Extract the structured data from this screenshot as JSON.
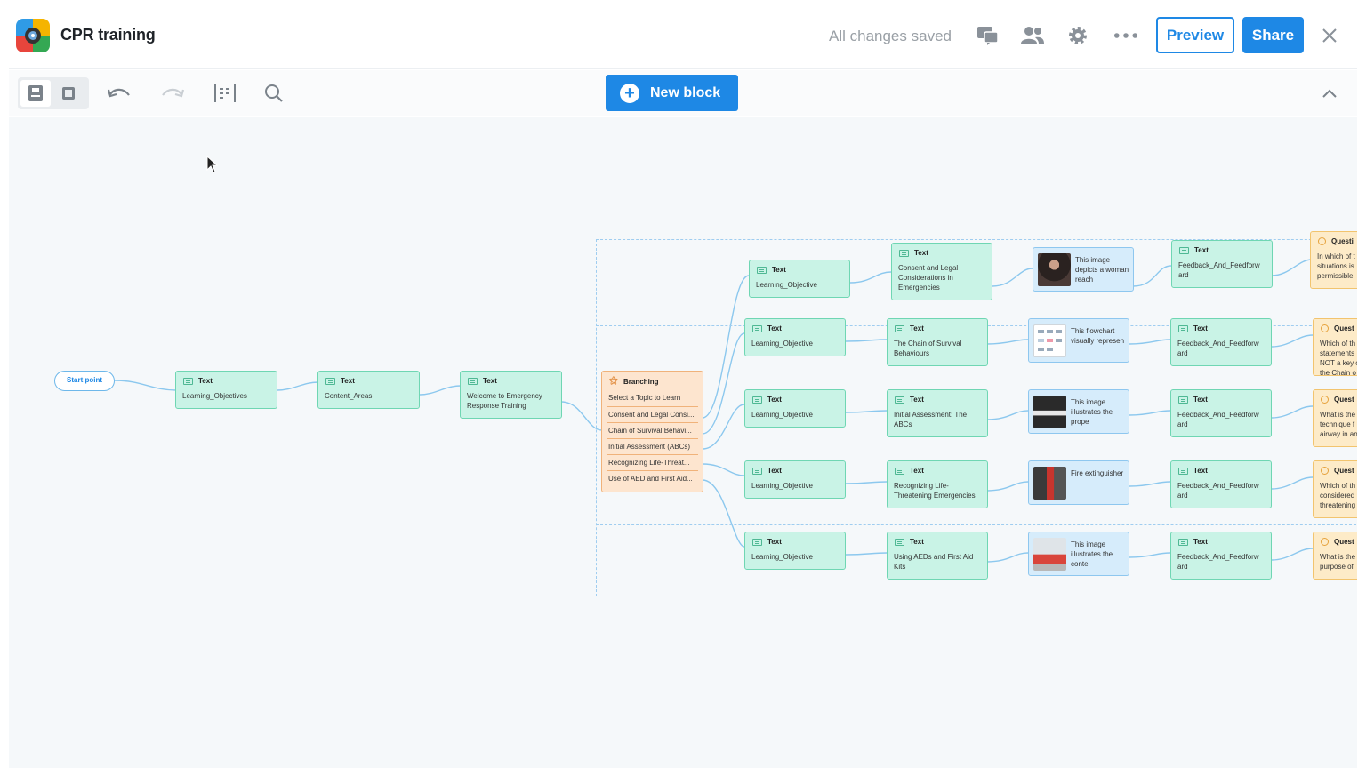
{
  "app": {
    "title": "CPR training",
    "status": "All changes saved"
  },
  "header": {
    "icons": [
      "comments-icon",
      "users-icon",
      "gear-icon",
      "more-icon",
      "close-icon"
    ],
    "preview_label": "Preview",
    "share_label": "Share"
  },
  "toolbar": {
    "new_block_label": "New block",
    "icons": [
      "flow-view-icon",
      "block-view-icon",
      "undo-icon",
      "redo-icon",
      "align-icon",
      "search-icon",
      "chevron-up-icon"
    ]
  },
  "colors": {
    "accent": "#1e88e5",
    "text_node": "#c9f3e6",
    "image_node": "#d6ecfb",
    "question_node": "#fdebc8",
    "branch_node": "#fde5cf"
  },
  "canvas": {
    "start_label": "Start point",
    "nodes": {
      "n1": {
        "type": "Text",
        "body": "Learning_Objectives"
      },
      "n2": {
        "type": "Text",
        "body": "Content_Areas"
      },
      "n3": {
        "type": "Text",
        "body": "Welcome to Emergency Response Training"
      },
      "branch": {
        "type": "Branching",
        "prompt": "Select a Topic to Learn",
        "options": [
          "Consent and Legal Consi...",
          "Chain of Survival Behavi...",
          "Initial Assessment (ABCs)",
          "Recognizing Life-Threat...",
          "Use of AED and First Aid..."
        ]
      },
      "rows": [
        {
          "lo": {
            "type": "Text",
            "body": "Learning_Objective"
          },
          "topic": {
            "type": "Text",
            "body": "Consent and Legal Considerations in Emergencies"
          },
          "image": {
            "body": "This image depicts a woman reach"
          },
          "fb": {
            "type": "Text",
            "body": "Feedback_And_Feedforw ard"
          },
          "q": {
            "type": "Questi",
            "body": "In which of t situations is permissible"
          }
        },
        {
          "lo": {
            "type": "Text",
            "body": "Learning_Objective"
          },
          "topic": {
            "type": "Text",
            "body": "The Chain of Survival Behaviours"
          },
          "image": {
            "body": "This flowchart visually represen"
          },
          "fb": {
            "type": "Text",
            "body": "Feedback_And_Feedforw ard"
          },
          "q": {
            "type": "Quest",
            "body": "Which of th statements NOT a key c the Chain o"
          }
        },
        {
          "lo": {
            "type": "Text",
            "body": "Learning_Objective"
          },
          "topic": {
            "type": "Text",
            "body": "Initial Assessment: The ABCs"
          },
          "image": {
            "body": "This image illustrates the prope"
          },
          "fb": {
            "type": "Text",
            "body": "Feedback_And_Feedforw ard"
          },
          "q": {
            "type": "Quest",
            "body": "What is the technique f airway in an"
          }
        },
        {
          "lo": {
            "type": "Text",
            "body": "Learning_Objective"
          },
          "topic": {
            "type": "Text",
            "body": "Recognizing Life-Threatening Emergencies"
          },
          "image": {
            "body": "Fire extinguisher"
          },
          "fb": {
            "type": "Text",
            "body": "Feedback_And_Feedforw ard"
          },
          "q": {
            "type": "Quest",
            "body": "Which of th considered threatening"
          }
        },
        {
          "lo": {
            "type": "Text",
            "body": "Learning_Objective"
          },
          "topic": {
            "type": "Text",
            "body": "Using AEDs and First Aid Kits"
          },
          "image": {
            "body": "This image illustrates the conte"
          },
          "fb": {
            "type": "Text",
            "body": "Feedback_And_Feedforw ard"
          },
          "q": {
            "type": "Quest",
            "body": "What is the purpose of"
          }
        }
      ]
    }
  }
}
